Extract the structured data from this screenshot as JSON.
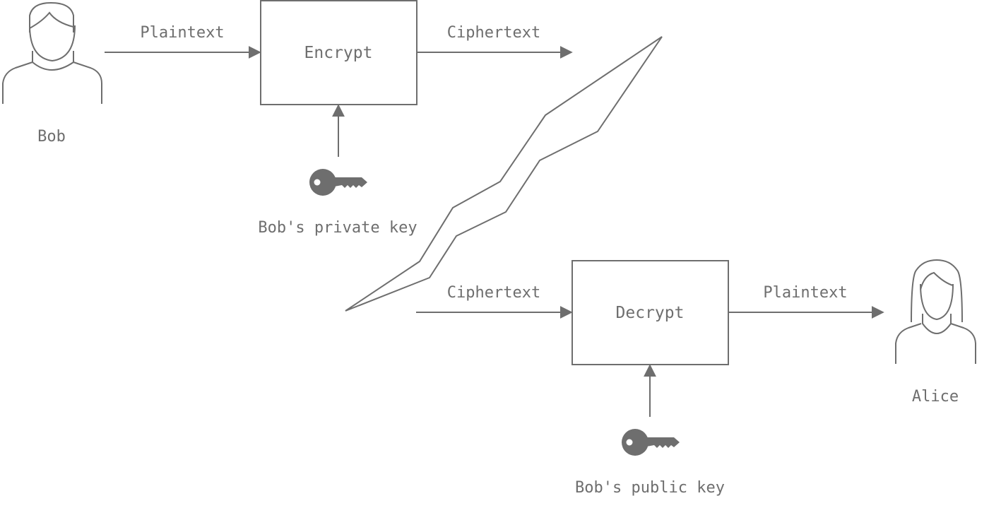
{
  "sender": {
    "name": "Bob"
  },
  "recipient": {
    "name": "Alice"
  },
  "encrypt": {
    "box_label": "Encrypt",
    "input_label": "Plaintext",
    "output_label": "Ciphertext",
    "key_label": "Bob's private key",
    "key_icon": "key-icon"
  },
  "decrypt": {
    "box_label": "Decrypt",
    "input_label": "Ciphertext",
    "output_label": "Plaintext",
    "key_label": "Bob's public key",
    "key_icon": "key-icon"
  },
  "channel_icon": "lightning-channel",
  "colors": {
    "stroke": "#6e6e6e",
    "background": "#ffffff"
  }
}
